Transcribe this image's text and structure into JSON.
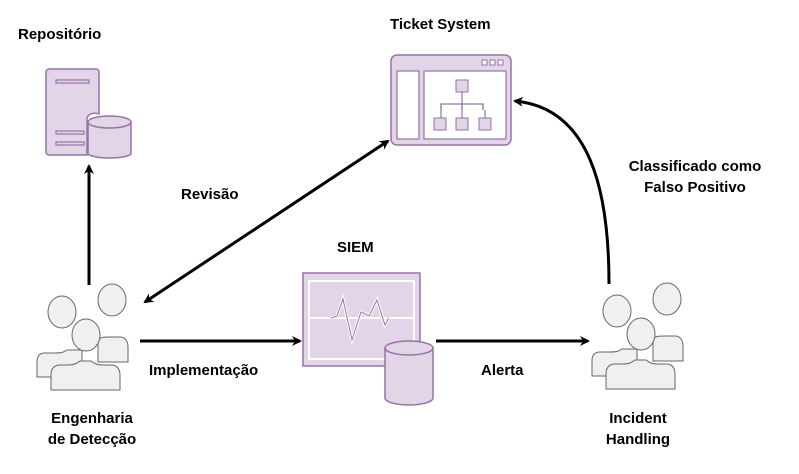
{
  "nodes": {
    "repository": {
      "label": "Repositório",
      "icon": "server-database-icon"
    },
    "ticket_system": {
      "label": "Ticket System",
      "icon": "browser-window-sitemap-icon"
    },
    "siem": {
      "label": "SIEM",
      "icon": "monitor-pulse-database-icon"
    },
    "detection_engineering": {
      "label_line1": "Engenharia",
      "label_line2": "de Detecção",
      "icon": "users-group-icon"
    },
    "incident_handling": {
      "label_line1": "Incident",
      "label_line2": "Handling",
      "icon": "users-group-icon"
    }
  },
  "edges": {
    "revisao": {
      "label": "Revisão",
      "from": "Engenharia de Detecção",
      "to": "Ticket System",
      "bidirectional": true
    },
    "implementacao": {
      "label": "Implementação",
      "from": "Engenharia de Detecção",
      "to": "SIEM"
    },
    "alerta": {
      "label": "Alerta",
      "from": "SIEM",
      "to": "Incident Handling"
    },
    "falso_positivo": {
      "label_line1": "Classificado como",
      "label_line2": "Falso Positivo",
      "from": "Incident Handling",
      "to": "Ticket System"
    },
    "to_repo": {
      "label": "",
      "from": "Engenharia de Detecção",
      "to": "Repositório"
    }
  },
  "colors": {
    "icon_fill": "#e1d5e7",
    "icon_stroke": "#9673a6",
    "person_fill": "#f0f0f0",
    "person_stroke": "#666666",
    "arrow": "#000000"
  }
}
